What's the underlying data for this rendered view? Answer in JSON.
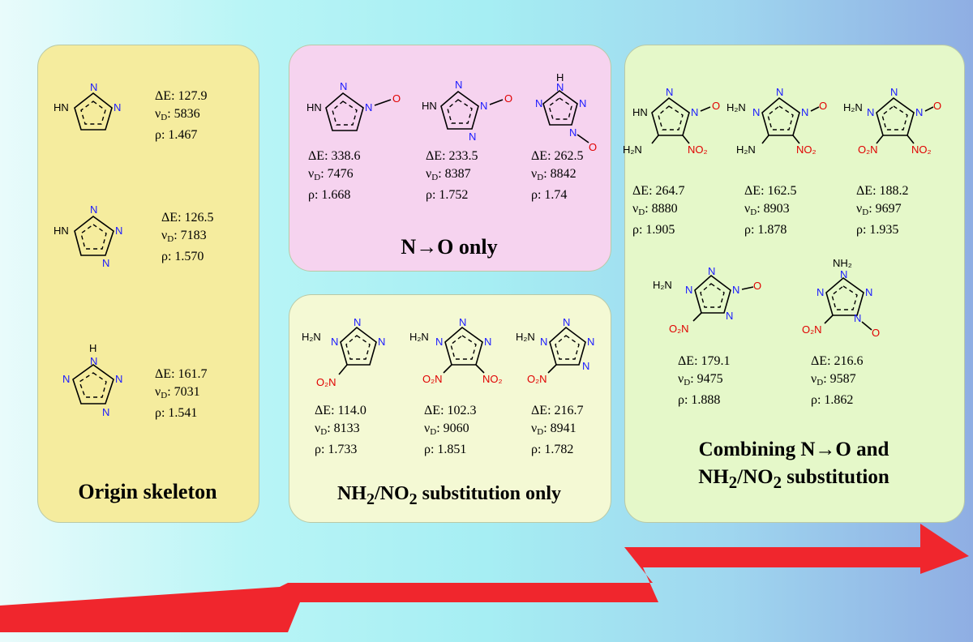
{
  "panels": {
    "origin": {
      "title": "Origin skeleton",
      "compounds": [
        {
          "de": "ΔE: 127.9",
          "vd": "5836",
          "rho": "ρ: 1.467"
        },
        {
          "de": "ΔE: 126.5",
          "vd": "7183",
          "rho": "ρ: 1.570"
        },
        {
          "de": "ΔE: 161.7",
          "vd": "7031",
          "rho": "ρ: 1.541"
        }
      ]
    },
    "no_only": {
      "title": "N→O only",
      "compounds": [
        {
          "de": "ΔE: 338.6",
          "vd": "7476",
          "rho": "ρ: 1.668"
        },
        {
          "de": "ΔE: 233.5",
          "vd": "8387",
          "rho": "ρ: 1.752"
        },
        {
          "de": "ΔE: 262.5",
          "vd": "8842",
          "rho": "ρ: 1.74"
        }
      ]
    },
    "substitution": {
      "title_pre": "NH",
      "title_s1": "2",
      "title_mid": "/NO",
      "title_s2": "2",
      "title_post": " substitution only",
      "compounds": [
        {
          "de": "ΔE: 114.0",
          "vd": "8133",
          "rho": "ρ: 1.733"
        },
        {
          "de": "ΔE: 102.3",
          "vd": "9060",
          "rho": "ρ: 1.851"
        },
        {
          "de": "ΔE: 216.7",
          "vd": "8941",
          "rho": "ρ: 1.782"
        }
      ]
    },
    "combining": {
      "title_line1": "Combining N→O and",
      "title_l2_pre": "NH",
      "title_l2_s1": "2",
      "title_l2_mid": "/NO",
      "title_l2_s2": "2",
      "title_l2_post": " substitution",
      "compounds": [
        {
          "de": "ΔE: 264.7",
          "vd": "8880",
          "rho": "ρ: 1.905"
        },
        {
          "de": "ΔE: 162.5",
          "vd": "8903",
          "rho": "ρ: 1.878"
        },
        {
          "de": "ΔE: 188.2",
          "vd": "9697",
          "rho": "ρ: 1.935"
        },
        {
          "de": "ΔE: 179.1",
          "vd": "9475",
          "rho": "ρ: 1.888"
        },
        {
          "de": "ΔE: 216.6",
          "vd": "9587",
          "rho": "ρ: 1.862"
        }
      ]
    }
  },
  "labels": {
    "nu": "ν",
    "d": "D",
    "colon": ": ",
    "n": "N",
    "hn": "HN",
    "h": "H",
    "o": "O",
    "h2n": "H₂N",
    "nh2": "NH₂",
    "o2n": "O₂N",
    "no2": "NO₂"
  },
  "colors": {
    "nitrogen": "#1a1aff",
    "oxygen": "#e00000",
    "arrow": "#f0262d"
  }
}
